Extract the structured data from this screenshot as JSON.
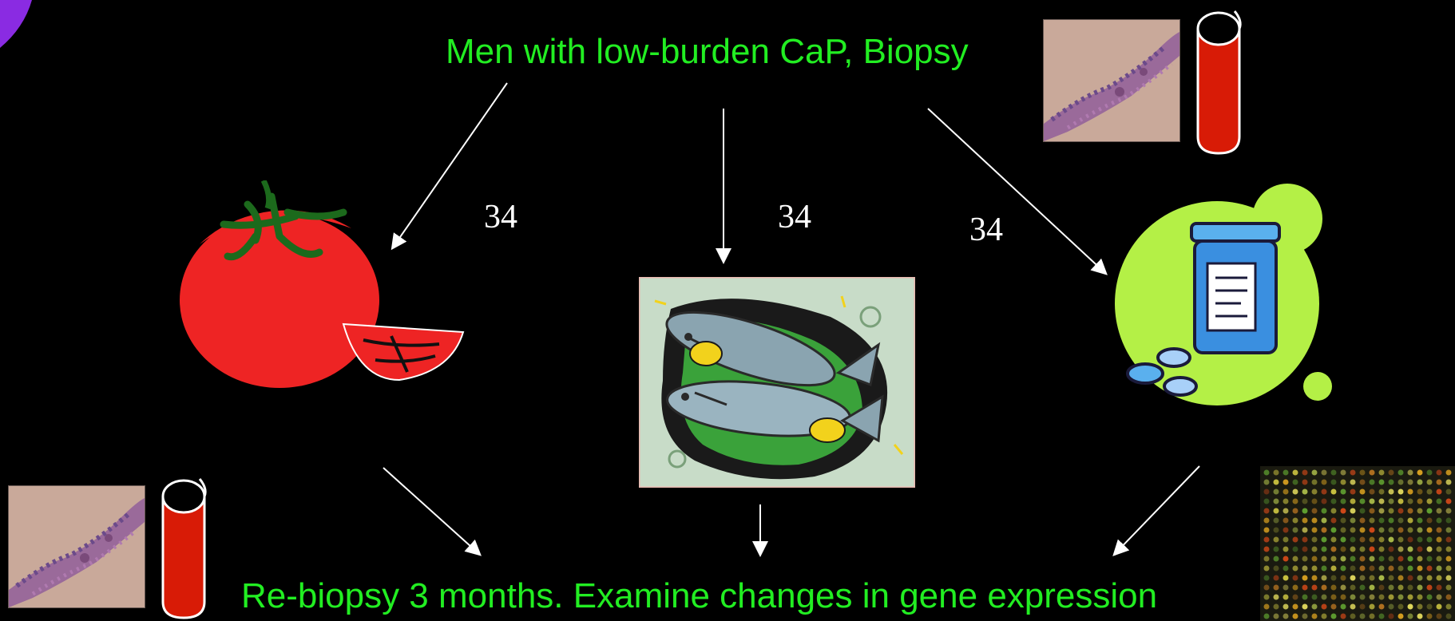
{
  "diagram": {
    "top_label": "Men with low-burden CaP, Biopsy",
    "bottom_label": "Re-biopsy 3 months.  Examine changes in gene expression",
    "arm_counts": [
      "34",
      "34",
      "34"
    ],
    "colors": {
      "background": "#000000",
      "text_green": "#22ee22",
      "accent_purple": "#8a2be2",
      "tube_red": "#d81b06",
      "tomato_red": "#ee2424",
      "pill_bottle_blue": "#3a8fe0",
      "pill_circle_green": "#b4f046"
    },
    "icons": {
      "arm_1": "tomato-icon",
      "arm_2": "fish-icon",
      "arm_3": "pill-bottle-icon",
      "sample_1": "tissue-biopsy-image",
      "sample_2": "blood-tube-icon",
      "result": "gene-microarray-image"
    }
  }
}
